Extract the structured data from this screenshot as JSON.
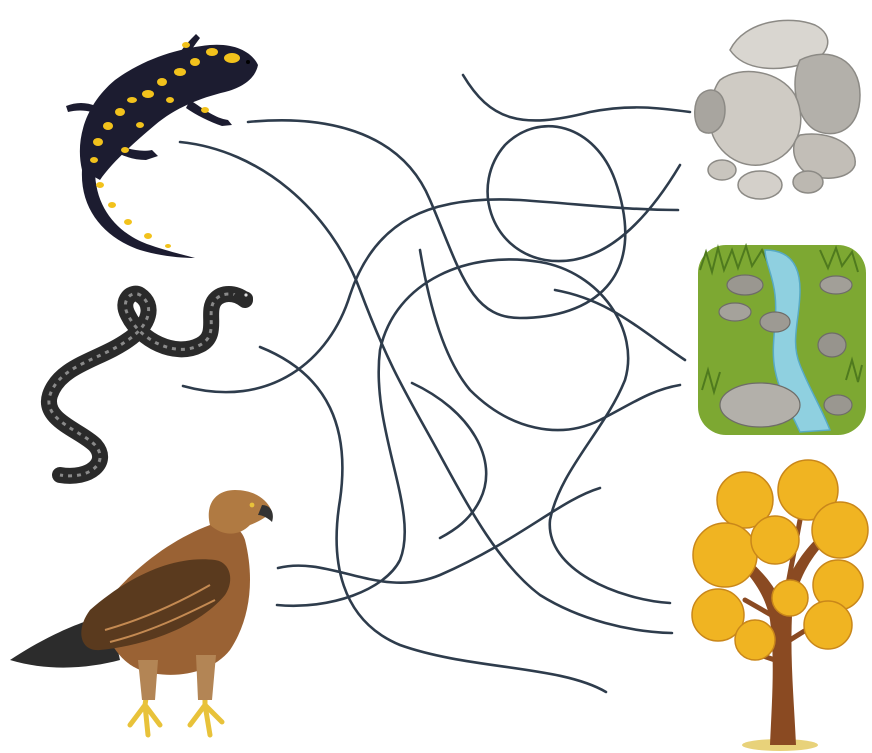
{
  "puzzle": {
    "left_items": [
      {
        "name": "salamander",
        "icon": "salamander-icon"
      },
      {
        "name": "snake",
        "icon": "snake-icon"
      },
      {
        "name": "eagle",
        "icon": "eagle-icon"
      }
    ],
    "right_items": [
      {
        "name": "rocks",
        "icon": "rocks-icon"
      },
      {
        "name": "stream",
        "icon": "stream-icon"
      },
      {
        "name": "tree",
        "icon": "tree-icon"
      }
    ],
    "maze_line_count": 9
  },
  "colors": {
    "line": "#2e3c4c",
    "salamander_body": "#1c1c30",
    "salamander_spots": "#f2c21c",
    "snake_body": "#2a2a2a",
    "snake_pattern": "#8a8a8a",
    "eagle_body": "#9a6234",
    "eagle_dark": "#5a3a1e",
    "eagle_wing_tip": "#2c2c2c",
    "eagle_legs": "#e8c23a",
    "rock_light": "#d9d6d0",
    "rock_mid": "#b3b0aa",
    "rock_dark": "#8c8a85",
    "grass": "#7da832",
    "grass_dark": "#4f7a1e",
    "water": "#8fd0e0",
    "water_dark": "#57aac4",
    "tree_foliage": "#f0b422",
    "tree_foliage_dark": "#c9871a",
    "tree_trunk": "#8a4a22"
  }
}
